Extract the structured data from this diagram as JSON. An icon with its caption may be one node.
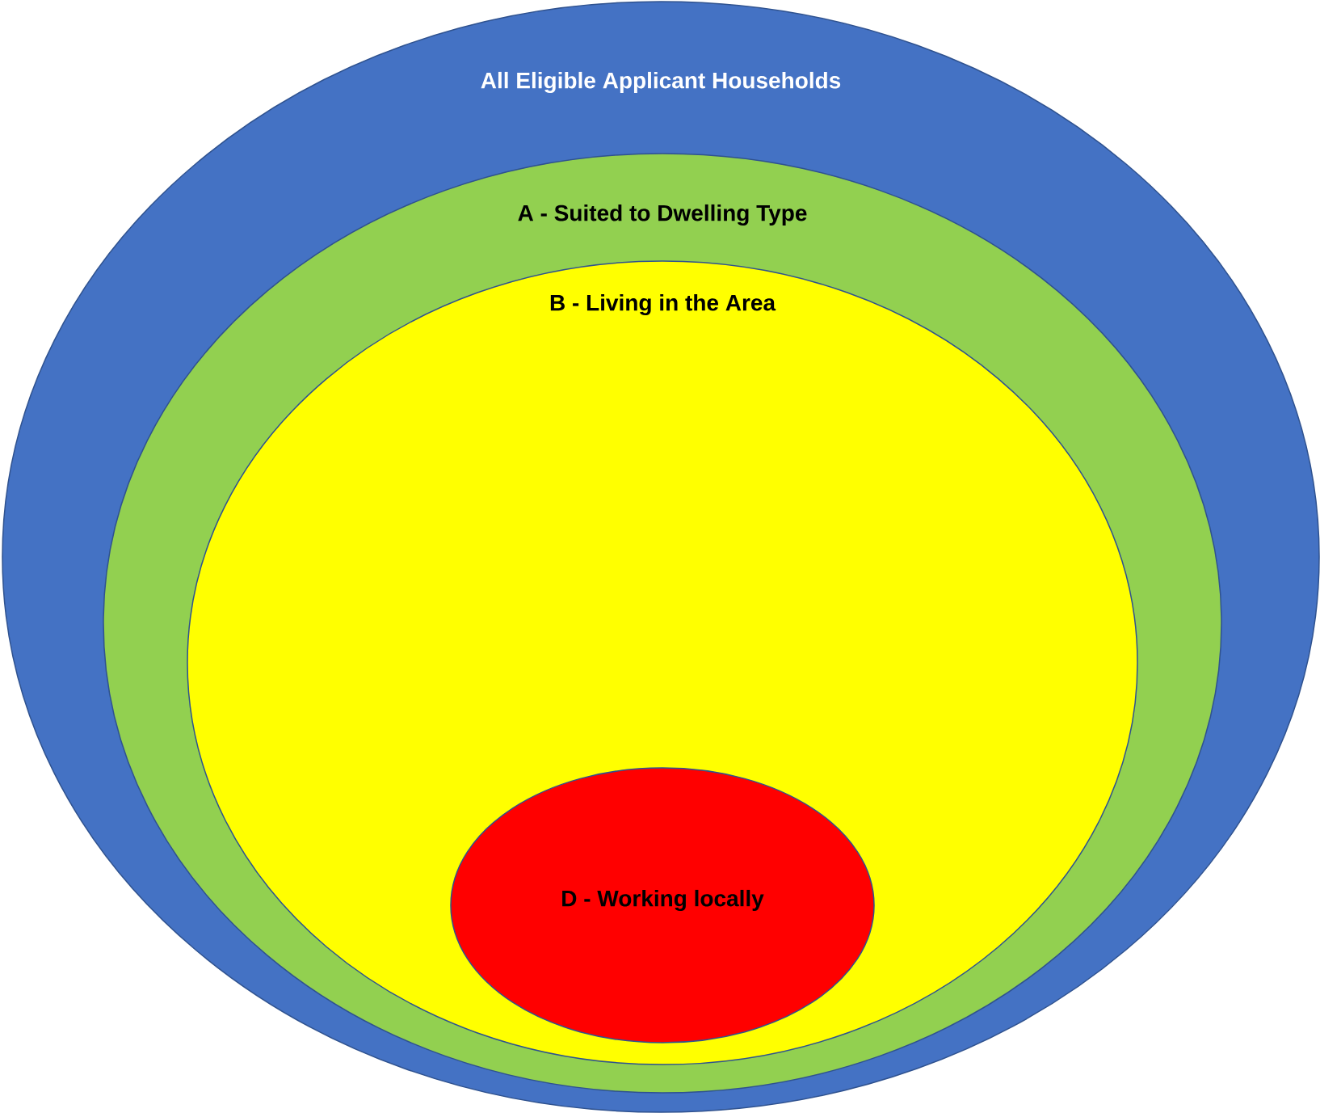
{
  "diagram": {
    "nodes": [
      {
        "text": [
          "All Eligible Applicant Households"
        ]
      },
      {
        "text": [
          "A - Suited to Dwelling Type"
        ],
        "in": 0
      },
      {
        "text": [
          "B - Living in the Area"
        ],
        "in": 1
      },
      {
        "text": [
          "D - Working locally"
        ],
        "in": 2
      }
    ]
  }
}
